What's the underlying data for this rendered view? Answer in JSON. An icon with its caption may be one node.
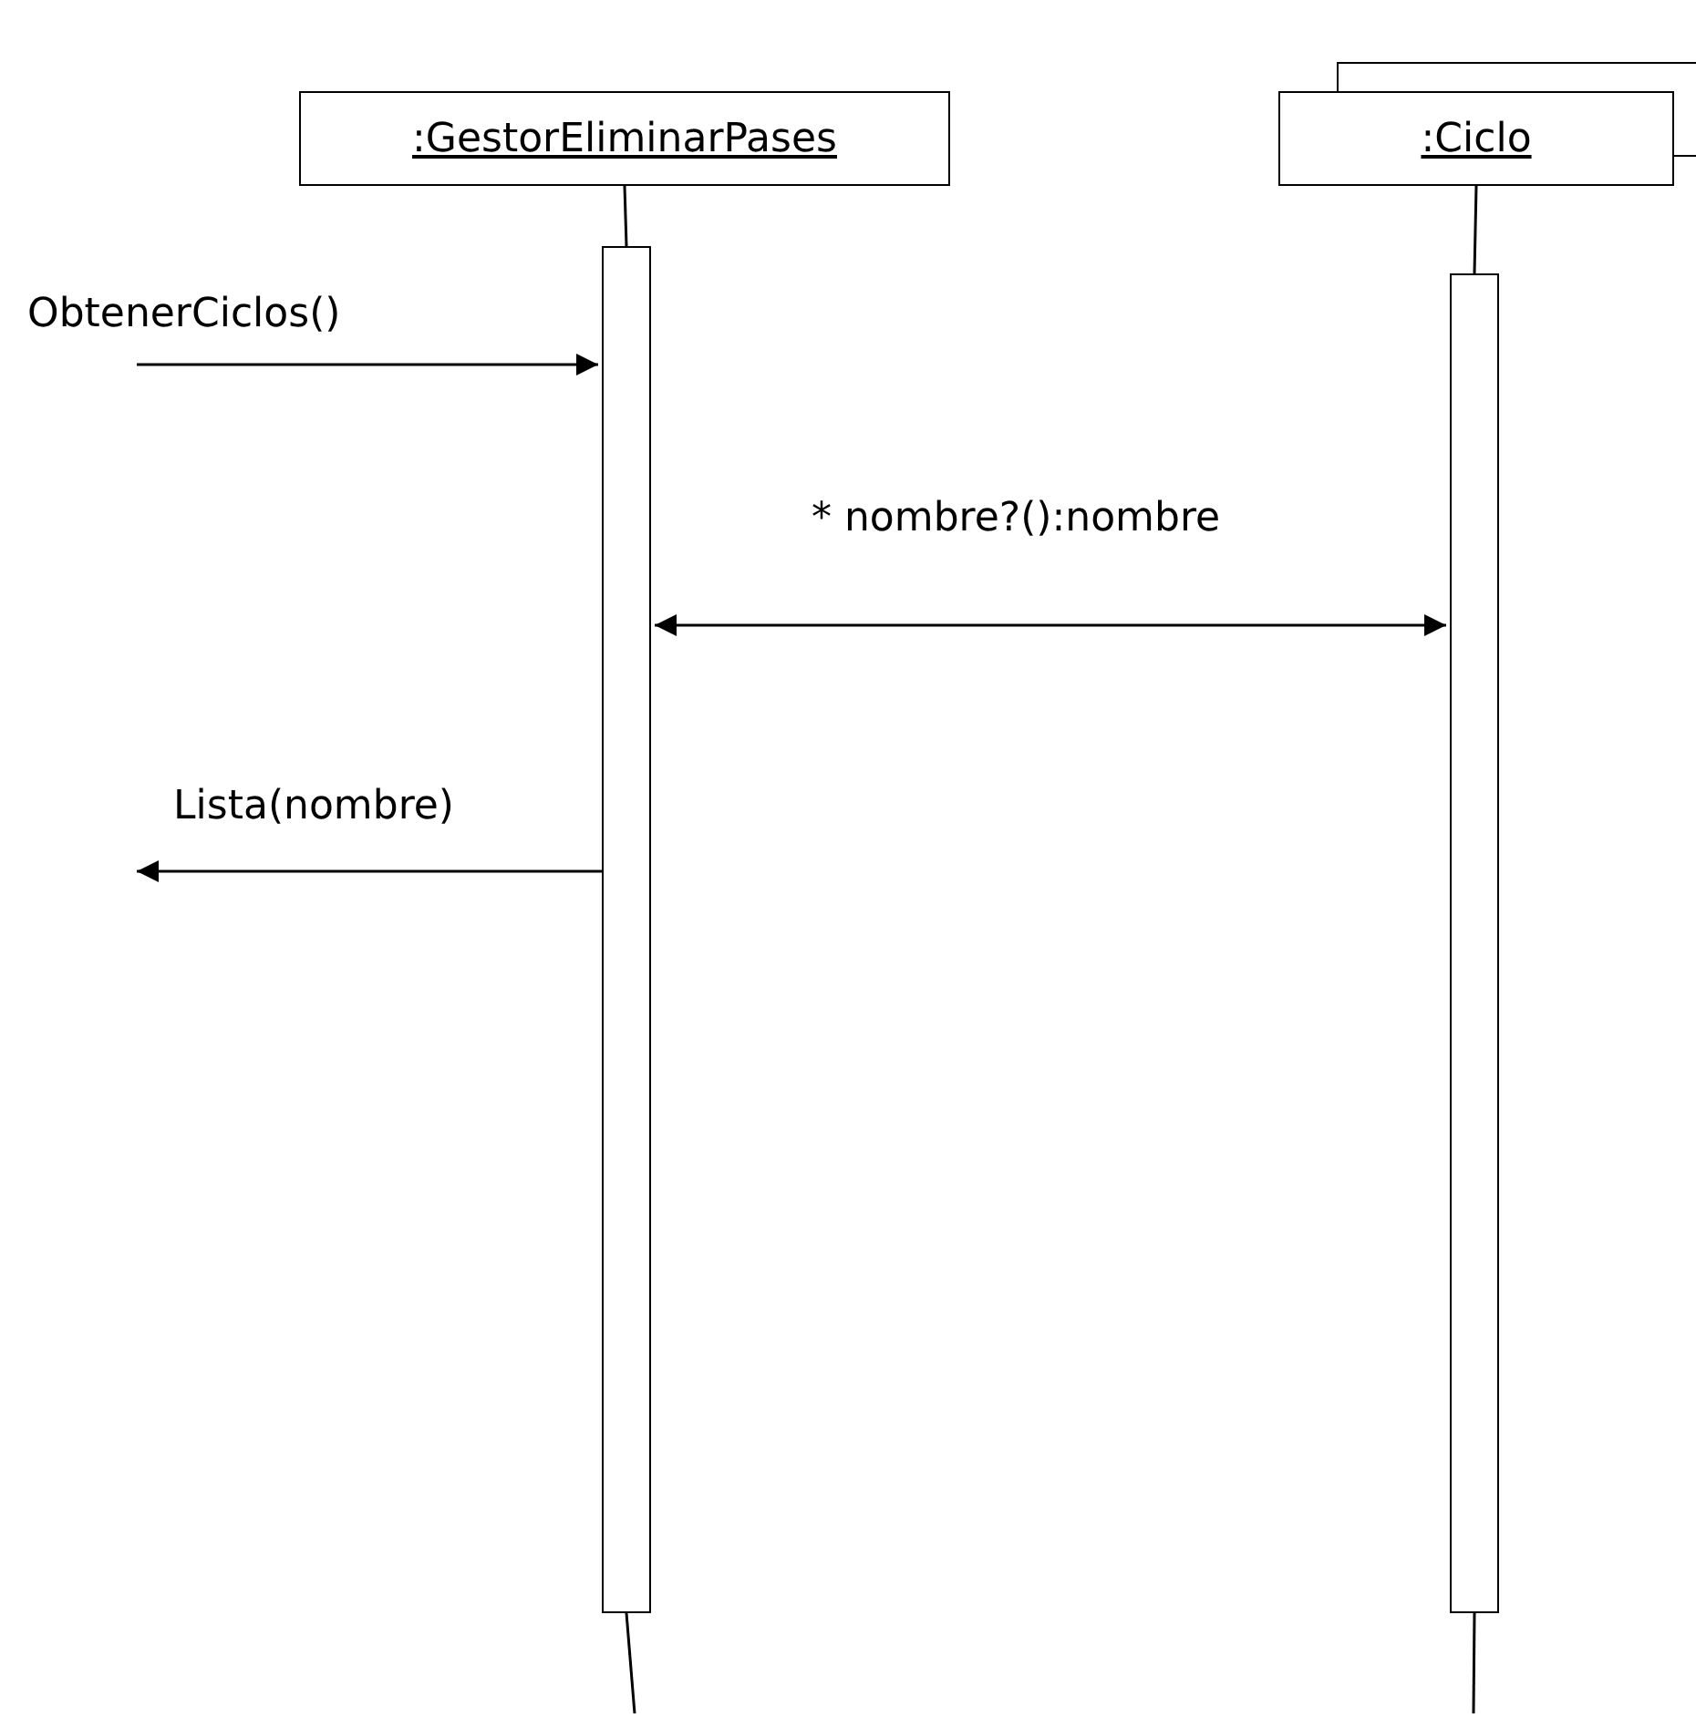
{
  "diagram": {
    "nodes": [
      {
        "text": [
          ":GestorEliminarPases"
        ]
      },
      {
        "text": [
          ":Ciclo"
        ]
      },
      {
        "text": [],
        "shape": "bar"
      },
      {
        "text": [],
        "shape": "bar"
      }
    ],
    "edges": [
      {
        "from": 0,
        "to": 2,
        "arrow": "none"
      },
      {
        "from": 1,
        "to": 3,
        "arrow": "none"
      },
      {
        "from": null,
        "to": 2,
        "arrow": "to",
        "label": "ObtenerCiclos()"
      },
      {
        "from": 2,
        "to": 3,
        "arrow": "both",
        "label": "* nombre?():nombre"
      },
      {
        "from": 2,
        "to": null,
        "arrow": "to",
        "label": "Lista(nombre)"
      },
      {
        "from": 2,
        "to": null,
        "arrow": "none"
      },
      {
        "from": 3,
        "to": null,
        "arrow": "none"
      }
    ]
  }
}
